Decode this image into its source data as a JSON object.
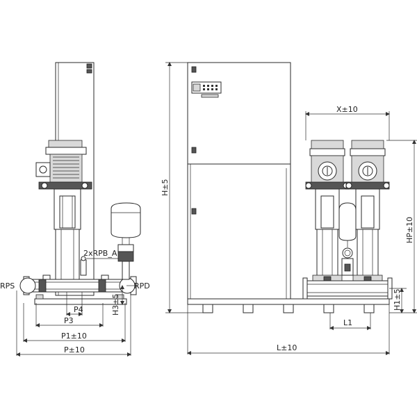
{
  "labels": {
    "rps": "RPS",
    "rpd": "RPD",
    "rpb_a": "2xRPB_A",
    "p4": "P4",
    "p3": "P3",
    "p1": "P1±10",
    "p": "P±10",
    "h3": "H3±5",
    "h": "H±5",
    "l": "L±10",
    "l1": "L1",
    "h1": "H1±5",
    "hp": "HP±10",
    "x": "X±10"
  }
}
